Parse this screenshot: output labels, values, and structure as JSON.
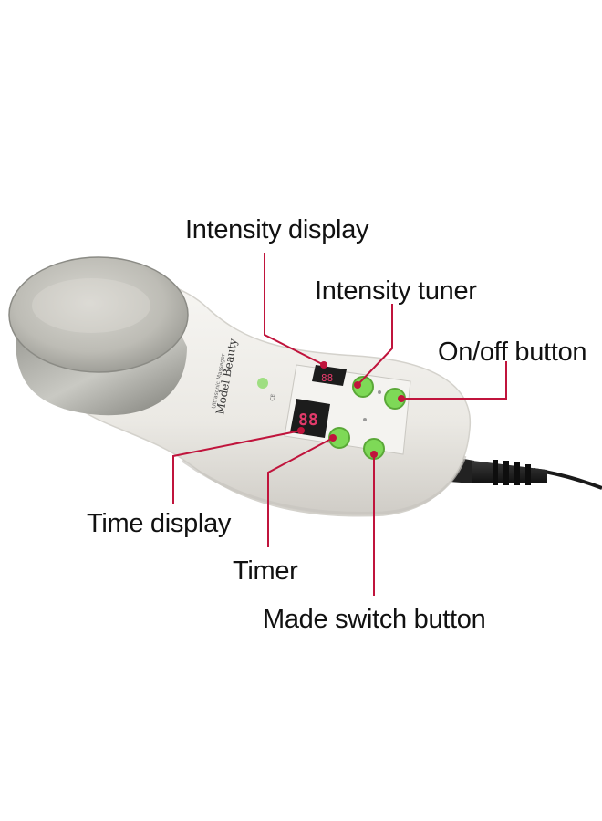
{
  "labels": {
    "intensity_display": "Intensity display",
    "intensity_tuner": "Intensity tuner",
    "onoff_button": "On/off button",
    "time_display": "Time display",
    "timer": "Timer",
    "mode_switch_button": "Made switch button"
  },
  "device": {
    "brand_text": "Model Beauty",
    "small_text_top": "Ultrasonic Massager",
    "small_text_side": "CE"
  },
  "colors": {
    "callout": "#c0143c",
    "button_green": "#7ed957",
    "display_red": "#e23a6a",
    "body": "#eceae6",
    "metal": "#a9a9a4"
  }
}
